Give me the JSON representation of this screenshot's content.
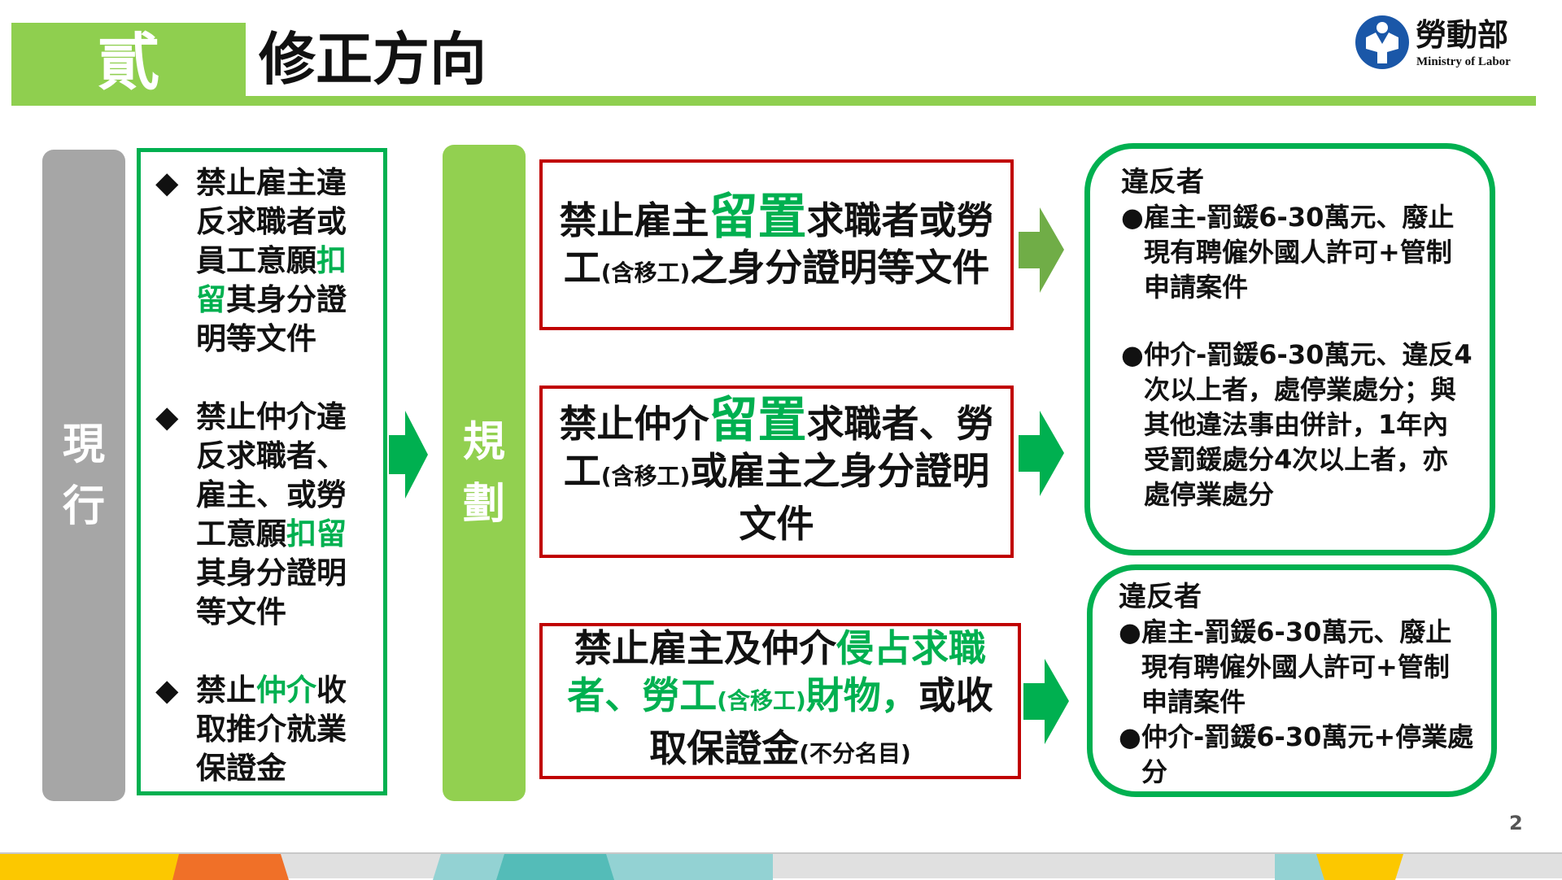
{
  "header": {
    "section_number": "貳",
    "title": "修正方向",
    "logo": {
      "chinese": "勞動部",
      "english": "Ministry of Labor"
    }
  },
  "current": {
    "label_line1": "現",
    "label_line2": "行",
    "items": [
      {
        "parts": [
          [
            "禁止雇主違反求職者或員工意願",
            0
          ],
          [
            "扣留",
            1
          ],
          [
            "其身分證明等文件",
            0
          ]
        ]
      },
      {
        "parts": [
          [
            "禁止仲介違反求職者、雇主、或勞工意願",
            0
          ],
          [
            "扣留",
            1
          ],
          [
            "其身分證明等文件",
            0
          ]
        ]
      },
      {
        "parts": [
          [
            "禁止",
            0
          ],
          [
            "仲介",
            1
          ],
          [
            "收取推介就業保證金",
            0
          ]
        ]
      }
    ]
  },
  "planned": {
    "label_line1": "規",
    "label_line2": "劃"
  },
  "rules": [
    {
      "a": "禁止雇主",
      "b": "留置",
      "c": "求職者或勞工",
      "d": "(含移工)",
      "e": "之身分證明等文件"
    },
    {
      "a": "禁止仲介",
      "b": "留置",
      "c": "求職者、勞工",
      "d": "(含移工)",
      "e": "或雇主之身分證明文件"
    },
    {
      "a": "禁止雇主及仲介",
      "b": "侵占求職者、勞工",
      "d": "(含移工)",
      "c": "財物，",
      "e": "或收取保證金",
      "f": "(不分名目)"
    }
  ],
  "penalties": [
    {
      "heading": "違反者",
      "bullets": [
        "雇主-罰鍰6-30萬元、廢止現有聘僱外國人許可+管制申請案件",
        "仲介-罰鍰6-30萬元、違反4次以上者，處停業處分；與其他違法事由併計，1年內受罰鍰處分4次以上者，亦處停業處分"
      ]
    },
    {
      "heading": "違反者",
      "bullets": [
        "雇主-罰鍰6-30萬元、廢止現有聘僱外國人許可+管制申請案件",
        "仲介-罰鍰6-30萬元+停業處分"
      ]
    }
  ],
  "page_number": "2",
  "colors": {
    "green": "#00b050",
    "light_green": "#92d050",
    "red": "#c00000",
    "gray": "#a6a6a6"
  }
}
